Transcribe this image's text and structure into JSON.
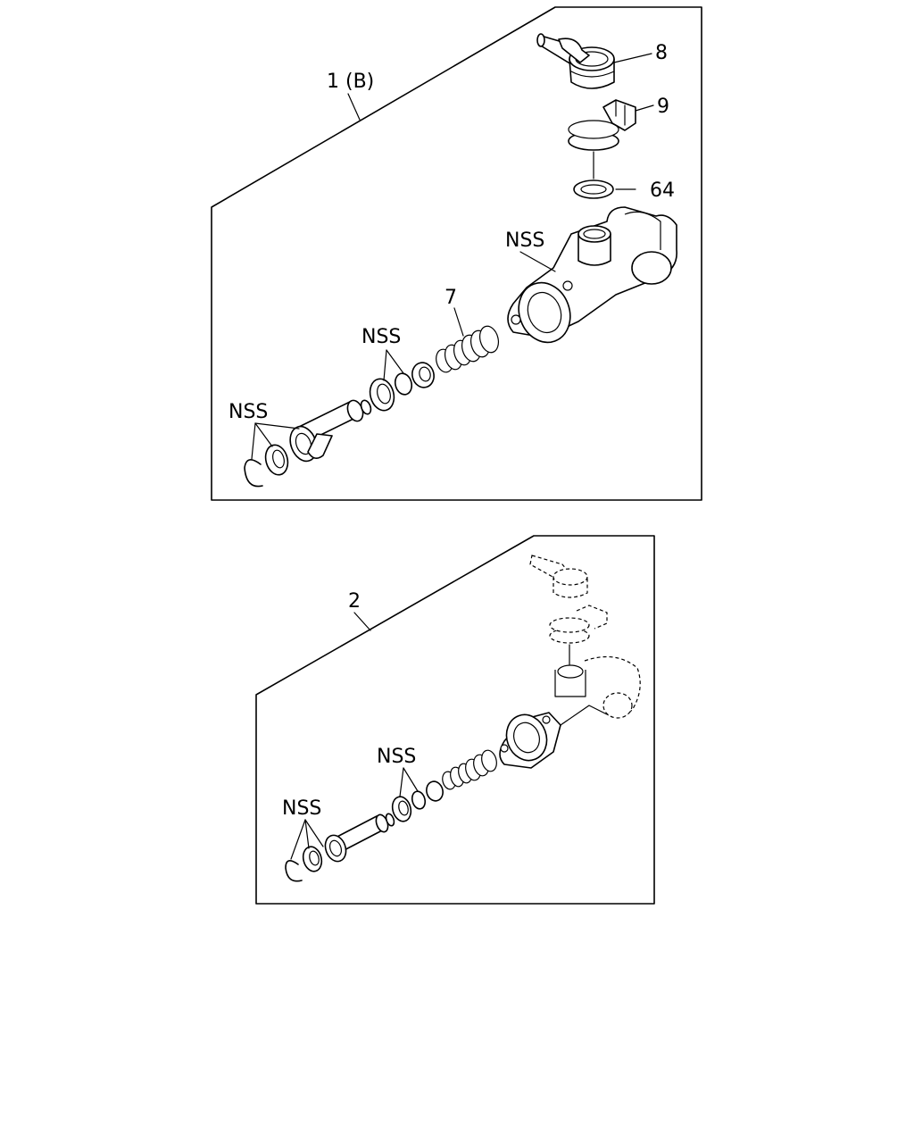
{
  "panel_top": {
    "assembly_label": "1 (B)",
    "callouts": {
      "reservoir": "8",
      "clamp": "9",
      "oring": "64",
      "body": "NSS",
      "spring": "7",
      "seals_mid": "NSS",
      "seals_left": "NSS"
    }
  },
  "panel_bottom": {
    "assembly_label": "2",
    "callouts": {
      "seals_mid": "NSS",
      "seals_left": "NSS"
    }
  }
}
